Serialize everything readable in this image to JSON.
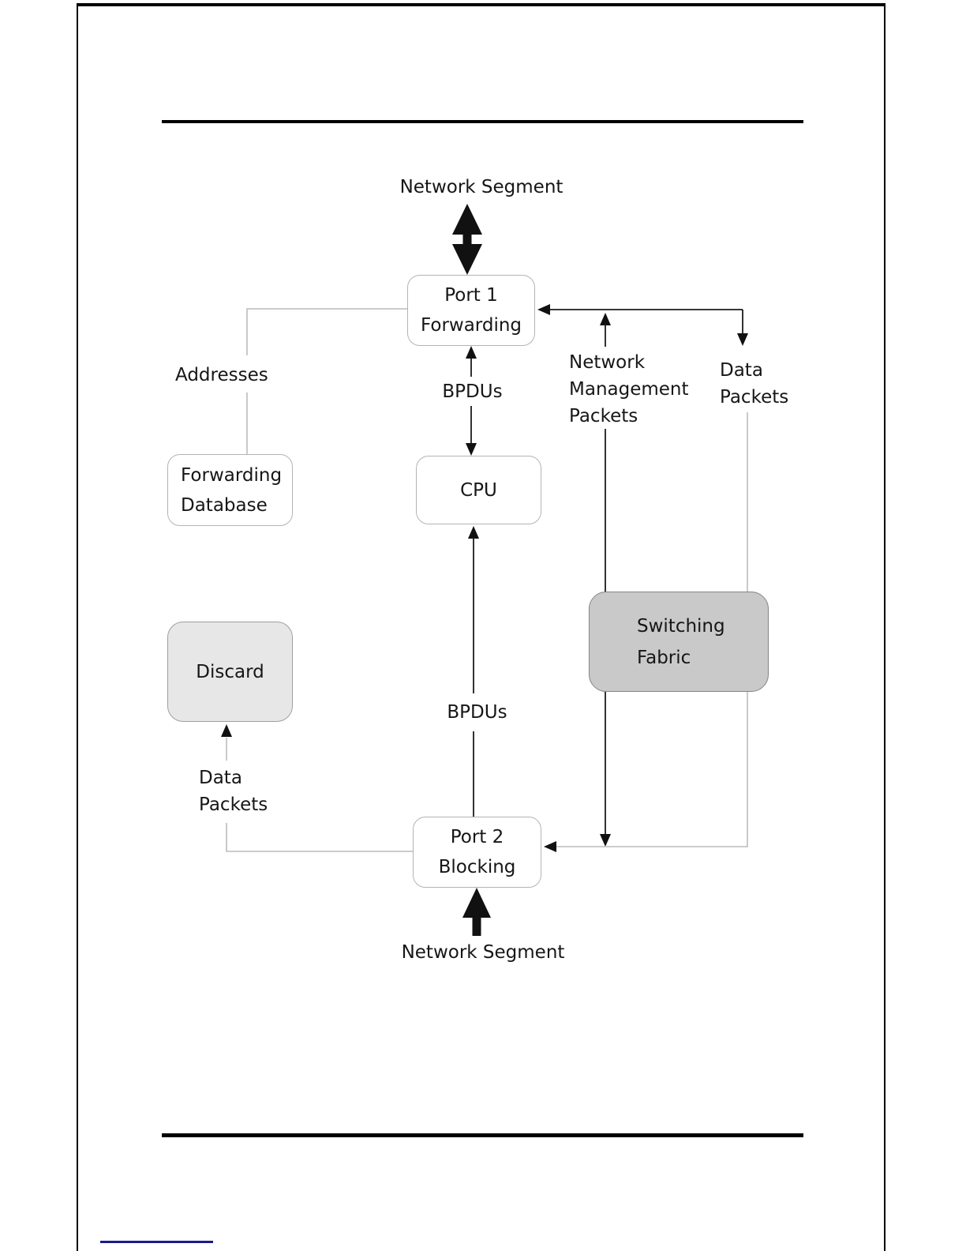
{
  "diagram": {
    "nodes": {
      "port1": {
        "line1": "Port 1",
        "line2": "Forwarding"
      },
      "cpu": {
        "label": "CPU"
      },
      "forwarding_database": {
        "line1": "Forwarding",
        "line2": "Database"
      },
      "discard": {
        "label": "Discard"
      },
      "switching_fabric": {
        "line1": "Switching",
        "line2": "Fabric"
      },
      "port2": {
        "line1": "Port 2",
        "line2": "Blocking"
      }
    },
    "labels": {
      "network_segment_top": "Network Segment",
      "addresses": "Addresses",
      "bpdus_top": "BPDUs",
      "network_management_packets": {
        "line1": "Network",
        "line2": "Management",
        "line3": "Packets"
      },
      "data_packets_right": {
        "line1": "Data",
        "line2": "Packets"
      },
      "bpdus_bottom": "BPDUs",
      "data_packets_left": {
        "line1": "Data",
        "line2": "Packets"
      },
      "network_segment_bottom": "Network Segment"
    },
    "colors": {
      "node_fill": "#ffffff",
      "discard_fill": "#e7e7e7",
      "switching_fabric_fill": "#c9c9c9",
      "node_border": "#b4b4b4",
      "connector_black": "#1c1c1c",
      "connector_gray": "#bcbcbc",
      "footer_link_blue": "#1a1a8c"
    }
  }
}
